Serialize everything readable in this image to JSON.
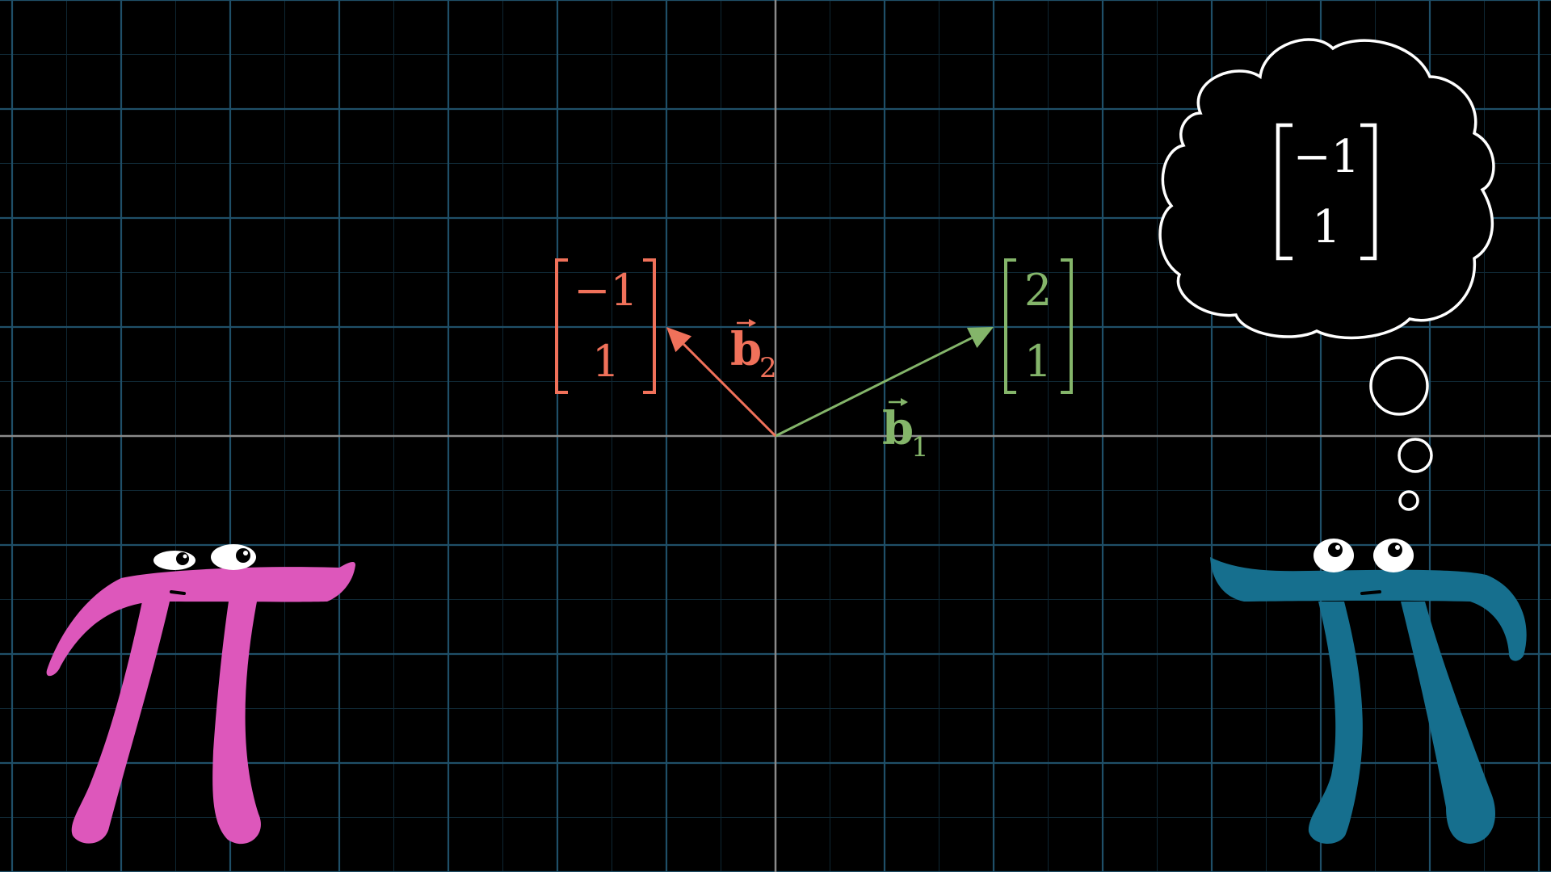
{
  "colors": {
    "background": "#000000",
    "grid_major": "#1f4f68",
    "grid_minor": "#0f2733",
    "axis": "#8a8a8a",
    "vector_b1": "#84b56a",
    "vector_b2": "#f0715a",
    "pi_left": "#dd57bb",
    "pi_right": "#166f8e",
    "bubble": "#ffffff"
  },
  "grid": {
    "x_range": [
      -7,
      7
    ],
    "y_range": [
      -4,
      4
    ],
    "step": 1
  },
  "vectors": [
    {
      "id": "b1",
      "label_base": "b",
      "label_sub": "1",
      "coords": [
        2,
        1
      ],
      "matrix": [
        "2",
        "1"
      ]
    },
    {
      "id": "b2",
      "label_base": "b",
      "label_sub": "2",
      "coords": [
        -1,
        1
      ],
      "matrix": [
        "−1",
        "1"
      ]
    }
  ],
  "thought_bubble": {
    "matrix": [
      "−1",
      "1"
    ]
  },
  "characters": [
    {
      "id": "pi-left",
      "color_key": "pi_left",
      "looking": "up-right"
    },
    {
      "id": "pi-right",
      "color_key": "pi_right",
      "looking": "up"
    }
  ],
  "icons": [
    "pi-creature-icon",
    "thought-bubble-icon",
    "arrow-vector-icon"
  ]
}
